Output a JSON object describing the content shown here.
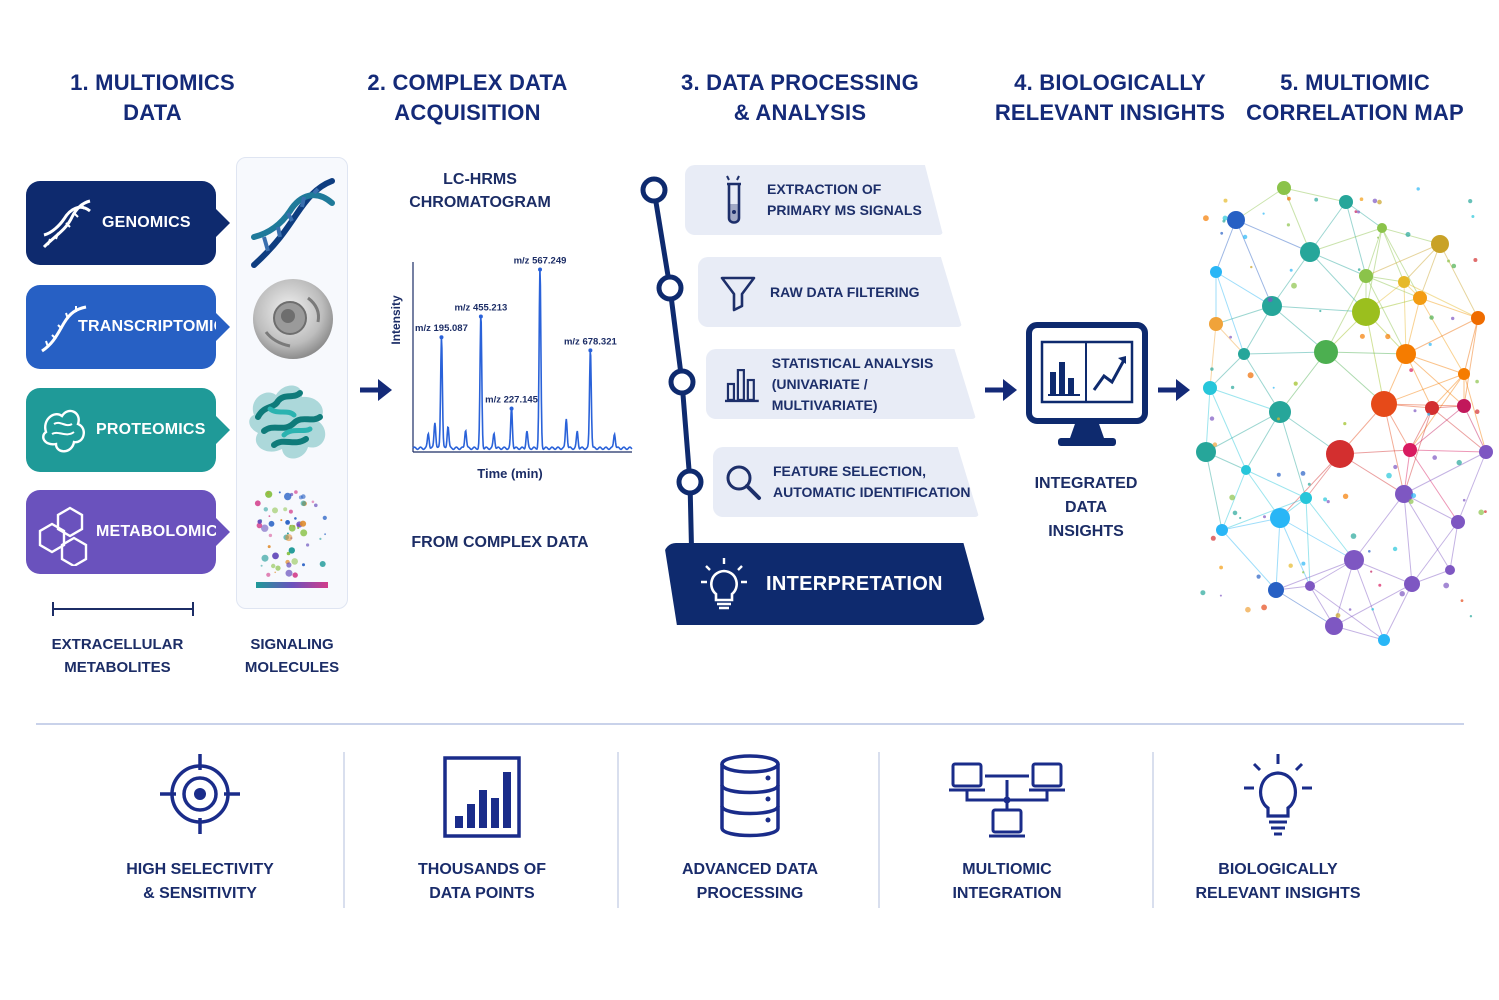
{
  "headings": {
    "h1": [
      "1. MULTIOMICS",
      "DATA"
    ],
    "h2": [
      "2. COMPLEX DATA",
      "ACQUISITION"
    ],
    "h3": [
      "3. DATA PROCESSING",
      "& ANALYSIS"
    ],
    "h4": [
      "4. BIOLOGICALLY",
      "RELEVANT INSIGHTS"
    ],
    "h5": [
      "5. MULTIOMIC",
      "CORRELATION MAP"
    ]
  },
  "omics": [
    {
      "label": "GENOMICS",
      "color": "#0e2a6e",
      "icon": "dna-icon"
    },
    {
      "label": "TRANSCRIPTOMICS",
      "color": "#2760c4",
      "icon": "rna-strand-icon"
    },
    {
      "label": "PROTEOMICS",
      "color": "#1f9a98",
      "icon": "protein-icon"
    },
    {
      "label": "METABOLOMICS",
      "color": "#6a52bd",
      "icon": "hexagon-molecule-icon"
    }
  ],
  "captions": {
    "extracellular": [
      "EXTRACELLULAR",
      "METABOLITES"
    ],
    "signaling": [
      "SIGNALING",
      "MOLECULES"
    ],
    "from_complex": "FROM COMPLEX DATA",
    "integrated": [
      "INTEGRATED",
      "DATA",
      "INSIGHTS"
    ]
  },
  "chart_data": {
    "type": "line",
    "title": "LC-HRMS\nCHROMATOGRAM",
    "title_lines": [
      "LC-HRMS",
      "CHROMATOGRAM"
    ],
    "xlabel": "Time (min)",
    "ylabel": "Intensity",
    "xlim": [
      0,
      100
    ],
    "ylim": [
      0,
      100
    ],
    "peaks": [
      {
        "x": 7,
        "y": 8
      },
      {
        "x": 10,
        "y": 14
      },
      {
        "x": 13,
        "y": 60,
        "label": "m/z 195.087"
      },
      {
        "x": 16,
        "y": 12
      },
      {
        "x": 24,
        "y": 10
      },
      {
        "x": 31,
        "y": 71,
        "label": "m/z 455.213"
      },
      {
        "x": 37,
        "y": 8
      },
      {
        "x": 45,
        "y": 22,
        "label": "m/z 227.145"
      },
      {
        "x": 52,
        "y": 9
      },
      {
        "x": 58,
        "y": 96,
        "label": "m/z 567.249"
      },
      {
        "x": 70,
        "y": 16
      },
      {
        "x": 75,
        "y": 9
      },
      {
        "x": 81,
        "y": 53,
        "label": "m/z 678.321"
      },
      {
        "x": 92,
        "y": 8
      }
    ]
  },
  "steps": [
    {
      "lines": [
        "EXTRACTION OF",
        "PRIMARY MS SIGNALS"
      ],
      "icon": "test-tube-icon"
    },
    {
      "lines": [
        "RAW DATA FILTERING"
      ],
      "icon": "filter-icon"
    },
    {
      "lines": [
        "STATISTICAL ANALYSIS",
        "(UNIVARIATE / MULTIVARIATE)"
      ],
      "icon": "bar-chart-icon"
    },
    {
      "lines": [
        "FEATURE SELECTION,",
        "AUTOMATIC IDENTIFICATION"
      ],
      "icon": "magnifier-icon"
    }
  ],
  "interpretation": {
    "label": "INTERPRETATION",
    "icon": "lightbulb-icon"
  },
  "bottom": [
    {
      "lines": [
        "HIGH SELECTIVITY",
        "& SENSITIVITY"
      ],
      "icon": "target-icon"
    },
    {
      "lines": [
        "THOUSANDS OF",
        "DATA POINTS"
      ],
      "icon": "bar-chart-icon"
    },
    {
      "lines": [
        "ADVANCED DATA",
        "PROCESSING"
      ],
      "icon": "database-icon"
    },
    {
      "lines": [
        "MULTIOMIC",
        "INTEGRATION"
      ],
      "icon": "network-computers-icon"
    },
    {
      "lines": [
        "BIOLOGICALLY",
        "RELEVANT INSIGHTS"
      ],
      "icon": "lightbulb-icon"
    }
  ],
  "colors": {
    "navy": "#0e2a6e",
    "heading": "#142a78",
    "step_bg": "#e8ecf6",
    "chart_line": "#2a62d9"
  }
}
